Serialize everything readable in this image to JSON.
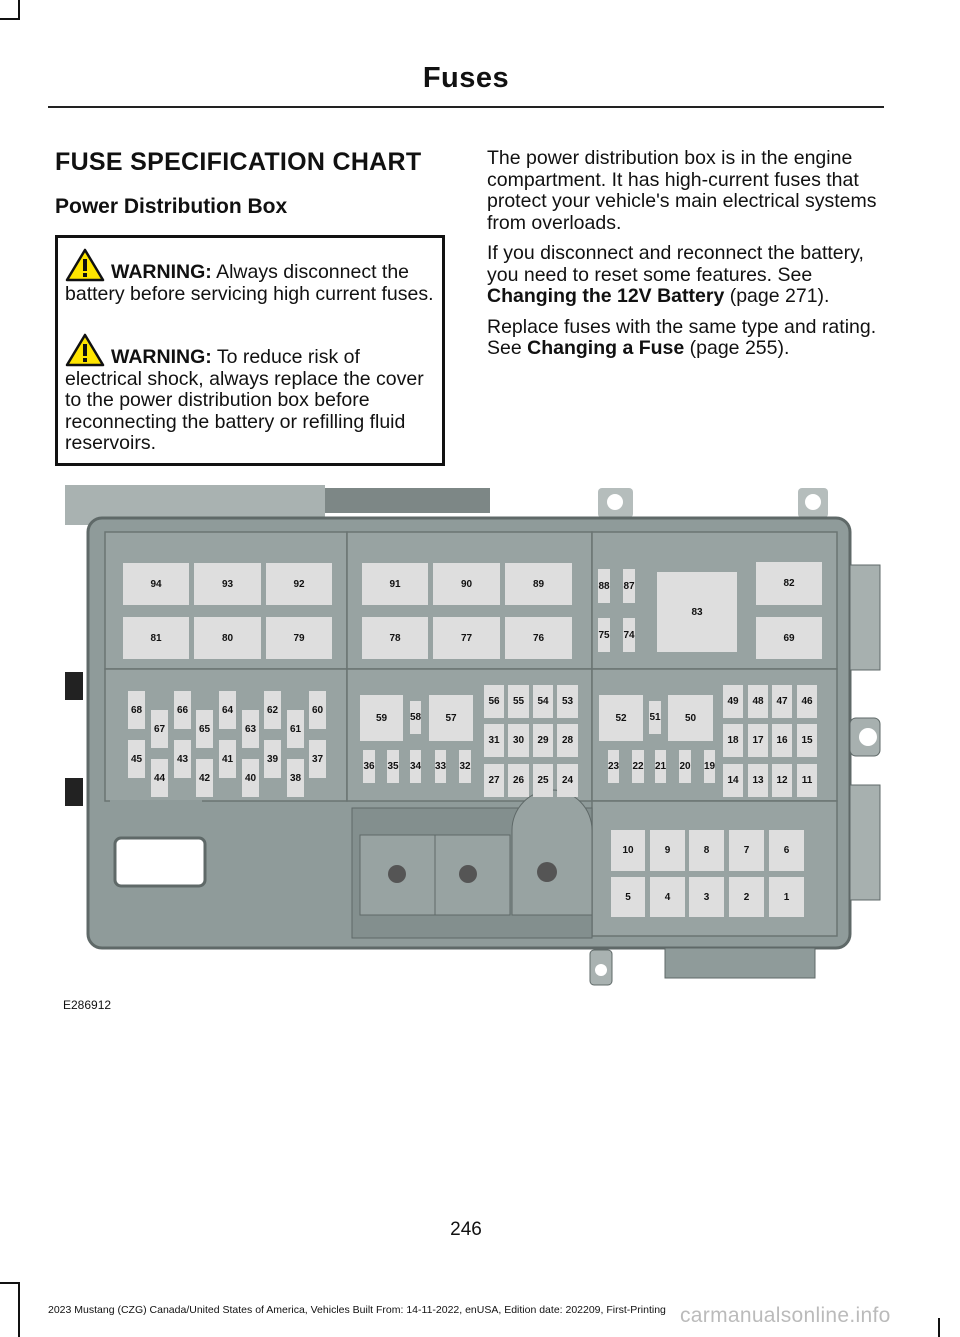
{
  "header": {
    "title": "Fuses"
  },
  "section": {
    "title": "FUSE SPECIFICATION CHART",
    "subtitle": "Power Distribution Box"
  },
  "warnings": [
    {
      "label": "WARNING:",
      "text": " Always disconnect the battery before servicing high current fuses."
    },
    {
      "label": "WARNING:",
      "text": " To reduce risk of electrical shock, always replace the cover to the power distribution box before reconnecting the battery or refilling fluid reservoirs."
    }
  ],
  "right_column": {
    "p1": "The power distribution box is in the engine compartment. It has high-current fuses that protect your vehicle's main electrical systems from overloads.",
    "p2_before": "If you disconnect and reconnect the battery, you need to reset some features. See ",
    "p2_link": "Changing the 12V Battery",
    "p2_after": " (page 271).",
    "p3_before": "Replace fuses with the same type and rating.  See ",
    "p3_link": "Changing a Fuse",
    "p3_after": " (page 255)."
  },
  "diagram": {
    "image_id": "E286912",
    "fuses": [
      "94",
      "93",
      "92",
      "81",
      "80",
      "79",
      "68",
      "67",
      "66",
      "65",
      "64",
      "63",
      "62",
      "61",
      "60",
      "45",
      "44",
      "43",
      "42",
      "41",
      "40",
      "39",
      "38",
      "37",
      "91",
      "90",
      "89",
      "78",
      "77",
      "76",
      "59",
      "58",
      "57",
      "56",
      "55",
      "54",
      "53",
      "31",
      "30",
      "29",
      "28",
      "27",
      "26",
      "25",
      "24",
      "36",
      "35",
      "34",
      "33",
      "32",
      "88",
      "87",
      "75",
      "74",
      "83",
      "82",
      "69",
      "52",
      "51",
      "50",
      "49",
      "48",
      "47",
      "46",
      "18",
      "17",
      "16",
      "15",
      "14",
      "13",
      "12",
      "11",
      "23",
      "22",
      "21",
      "20",
      "19",
      "10",
      "9",
      "8",
      "7",
      "6",
      "5",
      "4",
      "3",
      "2",
      "1"
    ],
    "colors": {
      "housing": "#8f9b9a",
      "fuse": "#dedede"
    }
  },
  "page_number": "246",
  "footer": "2023 Mustang (CZG) Canada/United States of America, Vehicles Built From: 14-11-2022, enUSA, Edition date: 202209, First-Printing",
  "watermark": "carmanualsonline.info"
}
